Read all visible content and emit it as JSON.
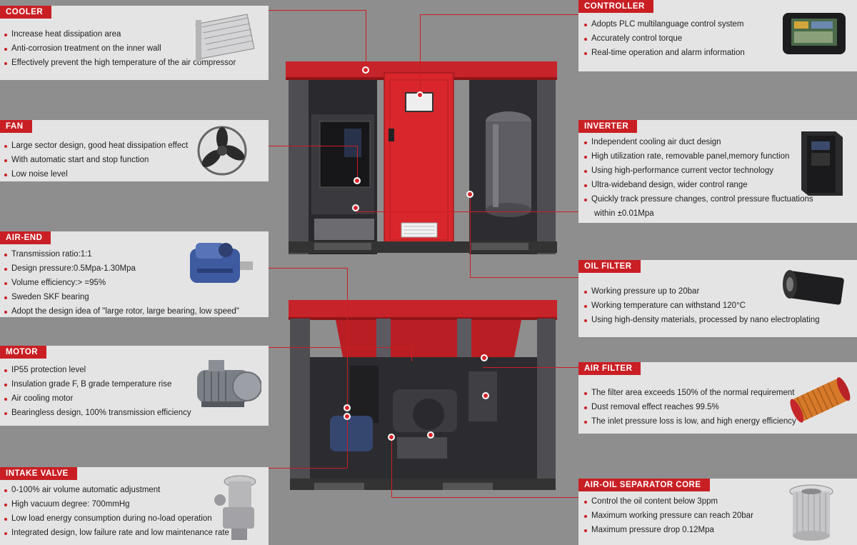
{
  "sections": {
    "cooler": {
      "title": "COOLER",
      "items": [
        "Increase heat dissipation area",
        "Anti-corrosion treatment on the inner wall",
        "Effectively prevent the high temperature of the air compressor"
      ]
    },
    "fan": {
      "title": "FAN",
      "items": [
        "Large sector design, good heat dissipation effect",
        "With automatic start and stop function",
        "Low noise level"
      ]
    },
    "air_end": {
      "title": "AIR-END",
      "items": [
        "Transmission ratio:1:1",
        "Design pressure:0.5Mpa-1.30Mpa",
        "Volume efficiency:> =95%",
        "Sweden SKF bearing",
        "Adopt the design idea of \"large rotor, large bearing, low speed\""
      ]
    },
    "motor": {
      "title": "MOTOR",
      "items": [
        "IP55 protection level",
        "Insulation grade F, B grade temperature rise",
        "Air cooling motor",
        "Bearingless design, 100% transmission efficiency"
      ]
    },
    "intake_valve": {
      "title": "INTAKE VALVE",
      "items": [
        "0-100% air volume automatic adjustment",
        "High vacuum degree: 700mmHg",
        "Low load energy consumption during no-load operation",
        "Integrated design, low failure rate and low maintenance rate"
      ]
    },
    "controller": {
      "title": "CONTROLLER",
      "items": [
        "Adopts PLC multilanguage control system",
        "Accurately control torque",
        "Real-time operation and alarm information"
      ]
    },
    "inverter": {
      "title": "INVERTER",
      "items": [
        "Independent cooling air duct design",
        "High utilization rate, removable panel,memory function",
        "Using high-performance current vector technology",
        "Ultra-wideband design, wider control range",
        "Quickly track pressure changes, control pressure fluctuations"
      ],
      "continuation": "within ±0.01Mpa"
    },
    "oil_filter": {
      "title": "OIL FILTER",
      "items": [
        "Working pressure up to 20bar",
        "Working temperature can withstand 120°C",
        "Using high-density materials, processed by nano electroplating"
      ]
    },
    "air_filter": {
      "title": "AIR FILTER",
      "items": [
        "The filter area exceeds 150% of the normal requirement",
        "Dust removal effect reaches 99.5%",
        "The inlet pressure loss is low, and high energy efficiency"
      ]
    },
    "separator": {
      "title": "AIR-OIL SEPARATOR CORE",
      "items": [
        "Control the oil content below 3ppm",
        "Maximum working pressure can reach 20bar",
        "Maximum pressure drop 0.12Mpa"
      ]
    }
  },
  "colors": {
    "accent": "#c91f24",
    "panel": "#e4e4e4",
    "background": "#8e8e8e"
  }
}
